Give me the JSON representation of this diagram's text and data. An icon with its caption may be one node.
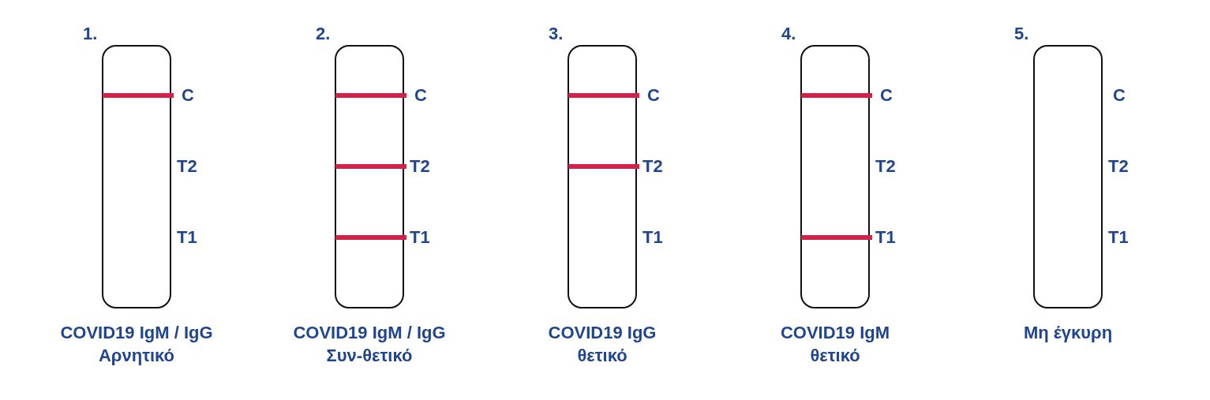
{
  "diagram": {
    "nodes": [
      {
        "text": [
          "1.",
          "COVID19 IgM / IgG Αρνητικό"
        ],
        "beside": [
          "C",
          "T2",
          "T1"
        ]
      },
      {
        "text": [],
        "shape": "bar",
        "in": 0
      },
      {
        "text": [
          "2.",
          "COVID19 IgM / IgG Συν-θετικό"
        ],
        "beside": [
          "C",
          "T2",
          "T1"
        ]
      },
      {
        "text": [],
        "shape": "bar",
        "in": 2
      },
      {
        "text": [],
        "shape": "bar",
        "in": 2
      },
      {
        "text": [],
        "shape": "bar",
        "in": 2
      },
      {
        "text": [
          "3.",
          "COVID19 IgG θετικό"
        ],
        "beside": [
          "C",
          "T2",
          "T1"
        ]
      },
      {
        "text": [],
        "shape": "bar",
        "in": 6
      },
      {
        "text": [],
        "shape": "bar",
        "in": 6
      },
      {
        "text": [
          "4.",
          "COVID19 IgM θετικό"
        ],
        "beside": [
          "C",
          "T2",
          "T1"
        ]
      },
      {
        "text": [],
        "shape": "bar",
        "in": 9
      },
      {
        "text": [],
        "shape": "bar",
        "in": 9
      },
      {
        "text": [
          "5.",
          "Μη έγκυρη"
        ],
        "beside": [
          "C",
          "T2",
          "T1"
        ]
      }
    ]
  }
}
